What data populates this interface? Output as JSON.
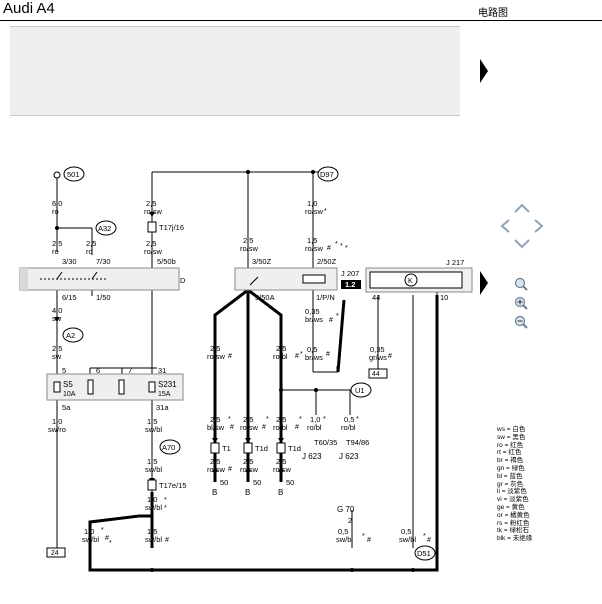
{
  "header": {
    "title": "Audi A4",
    "section": "电路图"
  },
  "legend": [
    "ws = 白色",
    "sw = 黑色",
    "ro = 红色",
    "rt = 红色",
    "br = 褐色",
    "gn = 绿色",
    "bl = 蓝色",
    "gr = 灰色",
    "li = 淡紫色",
    "vi = 淡紫色",
    "ge = 黄色",
    "or = 橘黄色",
    "rs = 粉红色",
    "tk = 绿松石",
    "blk = 未绝缘"
  ],
  "diagram": {
    "labels": {
      "c501": "501",
      "a32": "A32",
      "d97": "D97",
      "a2": "A2",
      "u1": "U1",
      "a70": "A70",
      "d51": "D51",
      "k": "K",
      "w60ro_1": "6,0",
      "w60ro_2": "ro",
      "w25ro_1": "2,5",
      "w25ro_2": "ro",
      "w25ro_b1": "2,5",
      "w25ro_b2": "ro",
      "w25rosw_1": "2,5",
      "w25rosw_2": "ro/sw",
      "w25rosw_b1": "2,5",
      "w25rosw_b2": "ro/sw",
      "w25rosw_c1": "2,5",
      "w25rosw_c2": "ro/sw",
      "w10rosw_1": "1,0",
      "w10rosw_2": "ro/sw",
      "w15rosw_1": "1,5",
      "w15rosw_2": "ro/sw",
      "w035brws_1": "0,35",
      "w035brws_2": "br/ws",
      "w05brws_1": "0,5",
      "w05brws_2": "br/ws",
      "w035grws_1": "0,35",
      "w035grws_2": "gr/ws",
      "w40sw_1": "4,0",
      "w40sw_2": "sw",
      "w25sw_1": "2,5",
      "w25sw_2": "sw",
      "w10swro_1": "1,0",
      "w10swro_2": "sw/ro",
      "w15swbl_1": "1,5",
      "w15swbl_2": "sw/bl",
      "w15swbl_b1": "1,5",
      "w15swbl_b2": "sw/bl",
      "w10swbl_1": "1,0",
      "w10swbl_2": "sw/bl",
      "w10swbl_b1": "1,0",
      "w10swbl_b2": "sw/bl",
      "w15swbl_c1": "1,5",
      "w15swbl_c2": "sw/bl",
      "w05swbl_1": "0,5",
      "w05swbl_2": "sw/bl",
      "w05swbl_b1": "0,5",
      "w05swbl_b2": "sw/bl",
      "w25rosw_d1": "2,5",
      "w25rosw_d2": "ro/sw",
      "w25rosw_e1": "2,5",
      "w25rosw_e2": "ro/sw",
      "w25robl_1": "2,5",
      "w25robl_2": "ro/bl",
      "w25blsw_1": "2,5",
      "w25blsw_2": "bl/sw",
      "w25rosw_f1": "2,5",
      "w25rosw_f2": "ro/sw",
      "w25robl_b1": "2,5",
      "w25robl_b2": "ro/bl",
      "w10robl_1": "1,0",
      "w10robl_2": "ro/bl",
      "w05robl_1": "0,5",
      "w05robl_2": "ro/bl",
      "w25rosw_g1": "2,5",
      "w25rosw_g2": "ro/sw",
      "w25rosw_h1": "2,5",
      "w25rosw_h2": "ro/sw",
      "w25rosw_i1": "2,5",
      "w25rosw_i2": "ro/sw",
      "p3_30": "3/30",
      "p7_30": "7/30",
      "p5_50b": "5/50b",
      "p6_15": "6/15",
      "p1_50": "1/50",
      "p3_50z": "3/50Z",
      "p2_50z": "2/50Z",
      "p5_50a": "5/50A",
      "p1pn": "1/P/N",
      "t17j16": "T17j/16",
      "t17e15": "T17e/15",
      "t60_35": "T60/35",
      "t94_86": "T94/86",
      "t1": "T1",
      "t1d_a": "T1d",
      "t1d_b": "T1d",
      "rD": "D",
      "j207": "J 207",
      "j207badge": "1.2",
      "j217": "J 217",
      "s5": "S5",
      "s5a": "10A",
      "s231": "S231",
      "s231a": "15A",
      "n5": "5",
      "n6": "6",
      "n7": "7",
      "n31": "31",
      "n5a": "5a",
      "n31a": "31a",
      "n44": "44",
      "n10": "10",
      "box44": "44",
      "box24": "24",
      "n50a": "50",
      "n50b": "50",
      "n50c": "50",
      "bA": "B",
      "bB": "B",
      "bC": "B",
      "j623a": "J 623",
      "j623b": "J 623",
      "g70": "G 70",
      "n2": "2",
      "hash": "#",
      "star": "*"
    }
  }
}
